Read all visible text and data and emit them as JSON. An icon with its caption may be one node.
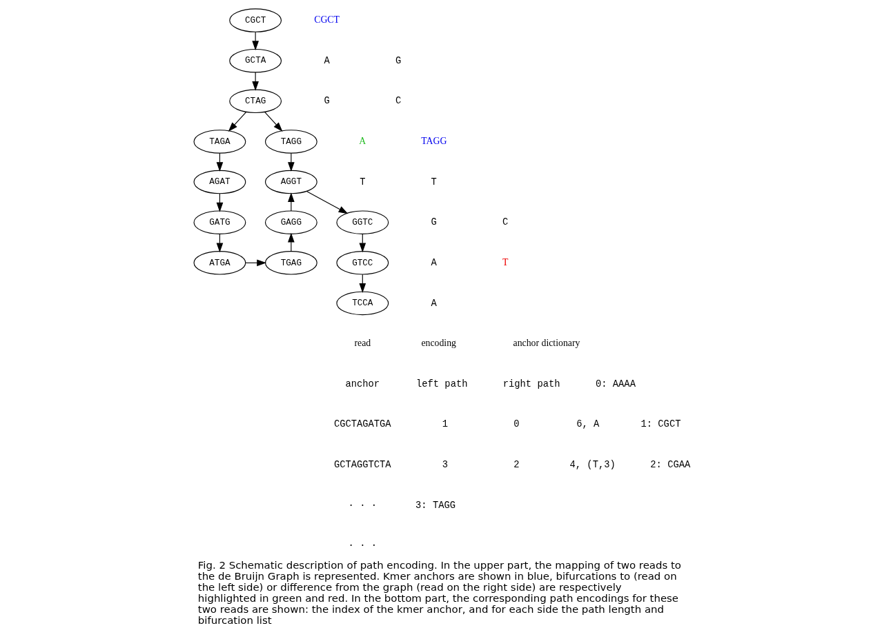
{
  "diagram": {
    "caption": "Fig. 2 Schematic description of path encoding. In the upper part, the mapping of two reads to the de Bruijn Graph is represented. Kmer anchors are shown in blue, bifurcations to (read on the left side) or difference from the graph (read on the right side) are respectively highlighted in green and red. In the bottom part, the corresponding path encodings for these two reads are shown: the index of the kmer anchor, and for each side the path length and bifurcation list",
    "nodes": [
      {
        "text": [
          "CGCT"
        ]
      },
      {
        "text": [
          "GCTA"
        ]
      },
      {
        "text": [
          "CTAG"
        ]
      },
      {
        "text": [
          "TAGA"
        ]
      },
      {
        "text": [
          "TAGG"
        ]
      },
      {
        "text": [
          "AGAT"
        ]
      },
      {
        "text": [
          "AGGT"
        ]
      },
      {
        "text": [
          "GATG"
        ]
      },
      {
        "text": [
          "GAGG"
        ]
      },
      {
        "text": [
          "GGTC"
        ]
      },
      {
        "text": [
          "ATGA"
        ]
      },
      {
        "text": [
          "TGAG"
        ]
      },
      {
        "text": [
          "GTCC"
        ]
      },
      {
        "text": [
          "TCCA"
        ]
      }
    ],
    "edges": [
      {
        "from": 0,
        "to": 1,
        "arrow": "to"
      },
      {
        "from": 1,
        "to": 2,
        "arrow": "to"
      },
      {
        "from": 2,
        "to": 3,
        "arrow": "to"
      },
      {
        "from": 2,
        "to": 4,
        "arrow": "to"
      },
      {
        "from": 3,
        "to": 5,
        "arrow": "to"
      },
      {
        "from": 4,
        "to": 6,
        "arrow": "to"
      },
      {
        "from": 5,
        "to": 7,
        "arrow": "to"
      },
      {
        "from": 7,
        "to": 10,
        "arrow": "to"
      },
      {
        "from": 10,
        "to": 11,
        "arrow": "to"
      },
      {
        "from": 11,
        "to": 8,
        "arrow": "to"
      },
      {
        "from": 8,
        "to": 6,
        "arrow": "to"
      },
      {
        "from": 6,
        "to": 9,
        "arrow": "to"
      },
      {
        "from": 9,
        "to": 12,
        "arrow": "to"
      },
      {
        "from": 12,
        "to": 13,
        "arrow": "to"
      }
    ],
    "labels": [
      "CGCT",
      "A",
      "G",
      "A",
      "T",
      "G",
      "A",
      "G",
      "C",
      "TAGG",
      "T",
      "C",
      "T",
      "A",
      "read",
      "encoding",
      "anchor dictionary",
      "anchor",
      "left path",
      "right path",
      "0: AAAA",
      "1: CGCT",
      "2: CGAA",
      "3: TAGG",
      "CGCTAGATGA",
      "1",
      "0",
      "6, A",
      "GCTAGGTCTA",
      "3",
      "2",
      "4, (T,3)",
      "· · ·",
      "· · ·"
    ]
  }
}
